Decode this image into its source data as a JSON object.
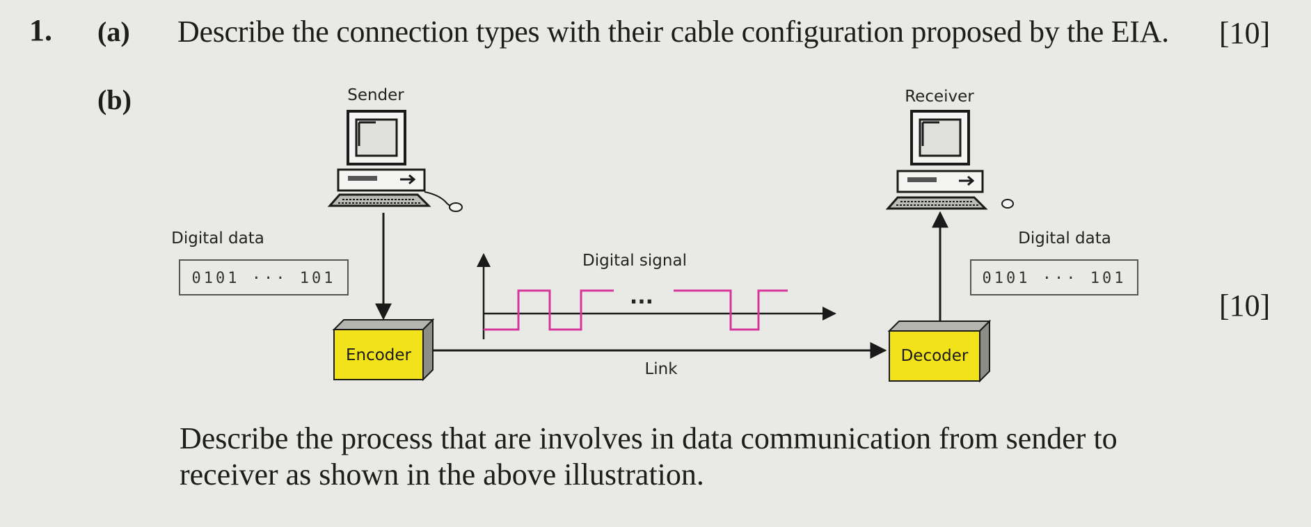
{
  "question": {
    "number": "1.",
    "part_a": {
      "label": "(a)",
      "text": "Describe the connection types with their cable configuration proposed by the EIA.",
      "marks": "[10]"
    },
    "part_b": {
      "label": "(b)",
      "marks": "[10]",
      "text": "Describe the process that are involves in data communication from sender to receiver as shown in the above illustration."
    }
  },
  "diagram": {
    "sender_label": "Sender",
    "receiver_label": "Receiver",
    "digital_data_left_label": "Digital data",
    "digital_data_left_bits": "0101 ··· 101",
    "digital_data_right_label": "Digital data",
    "digital_data_right_bits": "0101 ··· 101",
    "digital_signal_label": "Digital signal",
    "signal_ellipsis": "···",
    "encoder_label": "Encoder",
    "decoder_label": "Decoder",
    "link_label": "Link",
    "colors": {
      "box_fill": "#f2e21a",
      "signal": "#d6359a",
      "line": "#1a1a1a"
    }
  }
}
